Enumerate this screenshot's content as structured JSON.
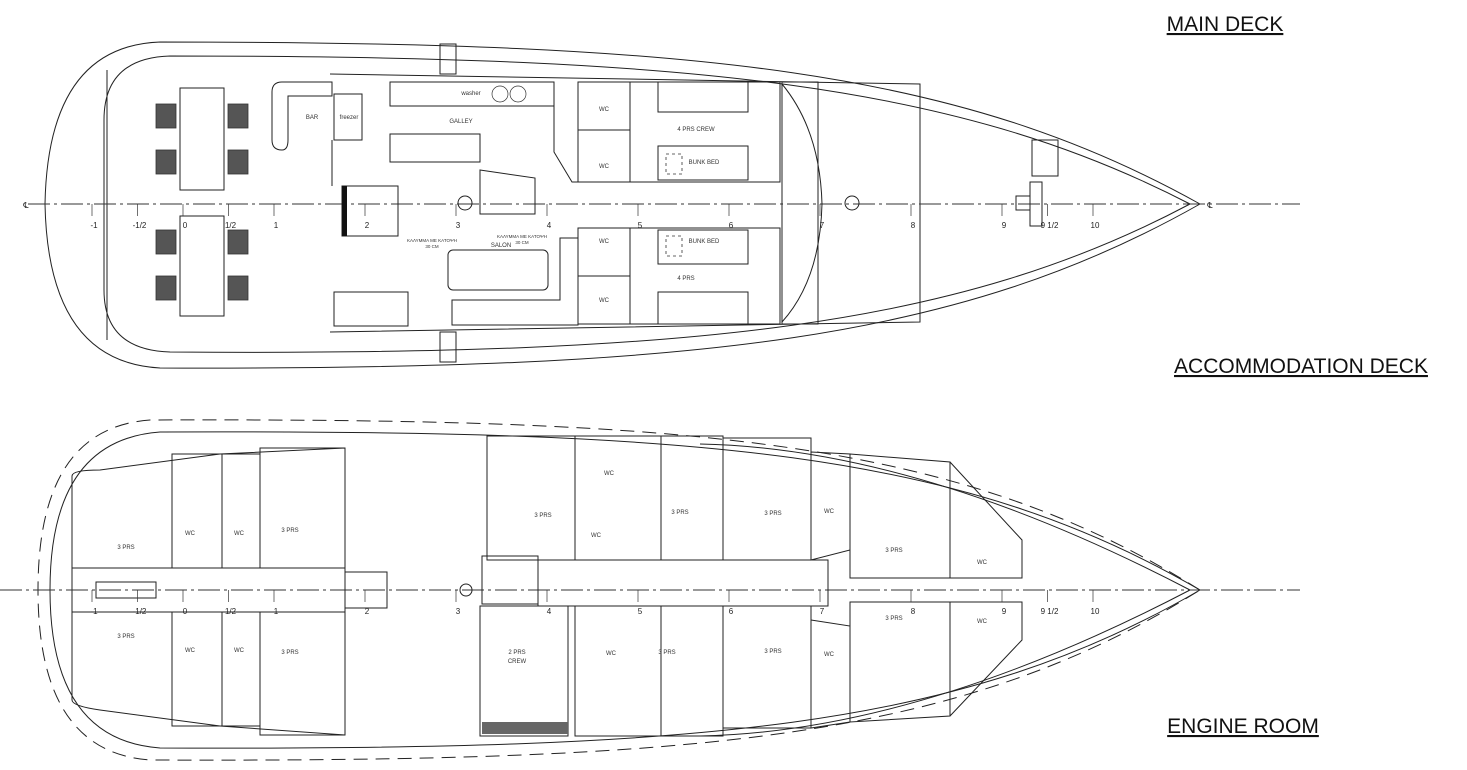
{
  "titles": {
    "main_deck": "MAIN DECK",
    "accommodation_deck": "ACCOMMODATION DECK",
    "engine_room": "ENGINE ROOM"
  },
  "centerline_symbol": "℄",
  "stations": [
    "-1",
    "-1/2",
    "0",
    "1/2",
    "1",
    "2",
    "3",
    "4",
    "5",
    "6",
    "7",
    "8",
    "9",
    "9 1/2",
    "10"
  ],
  "main_deck": {
    "bar": "BAR",
    "freezer": "freezer",
    "washer": "washer",
    "galley": "GALLEY",
    "salon": "SALON",
    "wc": "WC",
    "crew_cabin": "4 PRS CREW",
    "bunk_bed": "BUNK BED",
    "cabin": "4 PRS",
    "stair_note_1": "ΚΑΛΥΜΜΑ ΜΕ ΚΑΤΟΨΗ",
    "stair_note_2": "ΚΑΛΥΜΜΑ ΜΕ ΚΑΤΟΨΗ",
    "stair_note_size": "30 CM"
  },
  "accommodation_deck": {
    "cabin": "3 PRS",
    "wc": "WC",
    "crew_cabin_1": "2 PRS",
    "crew_cabin_2": "CREW"
  }
}
